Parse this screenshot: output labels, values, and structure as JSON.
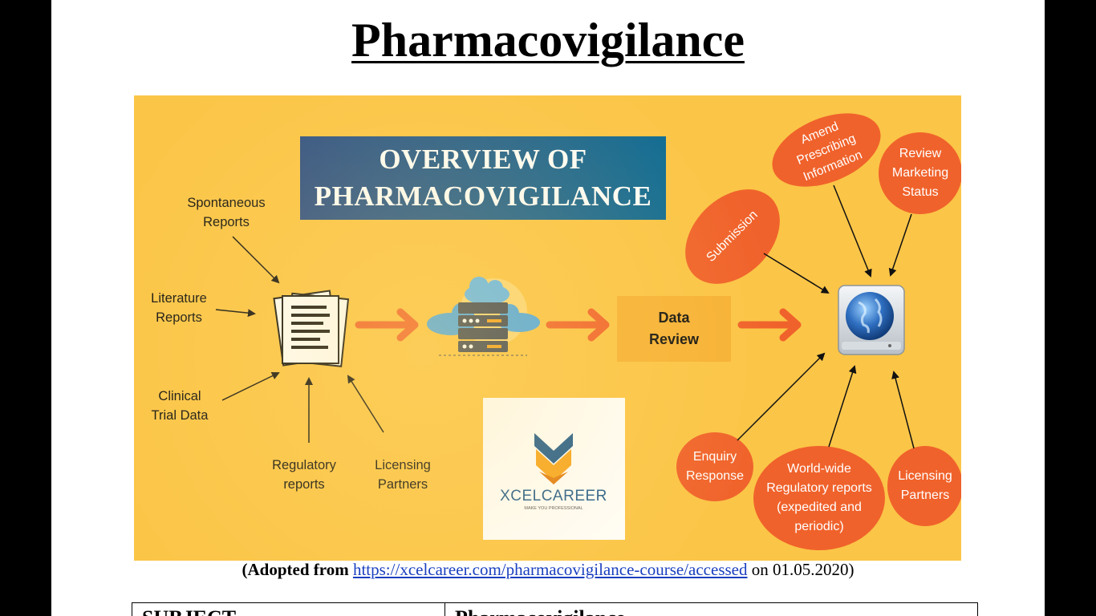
{
  "document": {
    "title": "Pharmacovigilance",
    "caption": {
      "prefix": "(Adopted from ",
      "link_text": "https://xcelcareer.com/pharmacovigilance-course/accessed",
      "suffix": " on 01.05.2020)"
    },
    "table": {
      "col1": "SUBJECT",
      "col2": "Pharmacovigilance"
    }
  },
  "infographic": {
    "banner_line1": "OVERVIEW OF",
    "banner_line2": "PHARMACOVIGILANCE",
    "sources": {
      "spontaneous": [
        "Spontaneous",
        "Reports"
      ],
      "literature": [
        "Literature",
        "Reports"
      ],
      "clinical": [
        "Clinical",
        "Trial Data"
      ],
      "regulatory": [
        "Regulatory",
        "reports"
      ],
      "licensing": [
        "Licensing",
        "Partners"
      ]
    },
    "data_review": [
      "Data",
      "Review"
    ],
    "outcomes": {
      "amend": [
        "Amend",
        "Prescribing",
        "Information"
      ],
      "marketing": [
        "Review",
        "Marketing",
        "Status"
      ],
      "submission": "Submission",
      "enquiry": [
        "Enquiry",
        "Response"
      ],
      "worldwide": [
        "World-wide",
        "Regulatory reports",
        "(expedited and",
        "periodic)"
      ],
      "licensing": [
        "Licensing",
        "Partners"
      ]
    },
    "logo": {
      "brand": "XCELCAREER",
      "tagline": "MAKE YOU PROFESSIONAL"
    },
    "colors": {
      "background": "#fbc547",
      "accent_orange": "#f0622b",
      "banner_blue": "#1e5a8e",
      "review_box": "#f7b236"
    },
    "icons": [
      "documents-icon",
      "cloud-server-icon",
      "globe-drive-icon",
      "arrow-right-icon"
    ]
  }
}
